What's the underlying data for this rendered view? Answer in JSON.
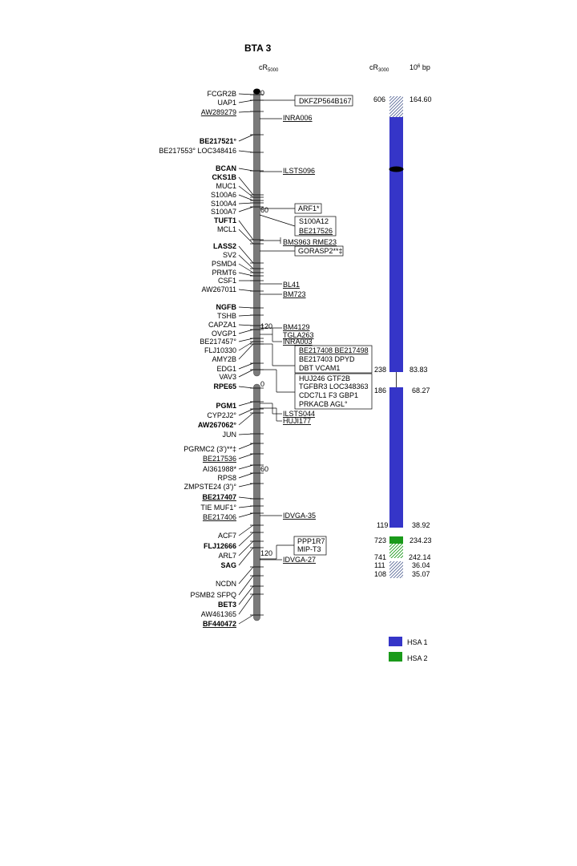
{
  "title": "BTA 3",
  "header": {
    "rh_label": "cR",
    "rh_sub": "5000",
    "rh_label2": "cR",
    "rh_sub2": "3000",
    "bp_label": "10",
    "bp_sup": "6",
    "bp_unit": " bp"
  },
  "colors": {
    "chromosome": "#7a7a7a",
    "hsa1": "#3535c8",
    "hsa2": "#1a9a1a",
    "hatch": "#6c7aa8"
  },
  "scale": {
    "ticks": [
      "0",
      "60",
      "120",
      "0",
      "60",
      "120"
    ]
  },
  "left_markers_group1": [
    {
      "label": "FCGR2B",
      "bold": false,
      "ul": false
    },
    {
      "label": "UAP1",
      "bold": false,
      "ul": false
    },
    {
      "label": "AW289279",
      "bold": false,
      "ul": true
    },
    {
      "label": "BE217521°",
      "bold": true,
      "ul": false
    },
    {
      "label": "BE217553° LOC348416",
      "bold": false,
      "ul": false
    },
    {
      "label": "BCAN",
      "bold": true,
      "ul": false
    },
    {
      "label": "CKS1B",
      "bold": true,
      "ul": false
    },
    {
      "label": "MUC1",
      "bold": false,
      "ul": false
    },
    {
      "label": "S100A6",
      "bold": false,
      "ul": false
    },
    {
      "label": "S100A4",
      "bold": false,
      "ul": false
    },
    {
      "label": "S100A7",
      "bold": false,
      "ul": false
    },
    {
      "label": "TUFT1",
      "bold": true,
      "ul": false
    },
    {
      "label": "MCL1",
      "bold": false,
      "ul": false
    },
    {
      "label": "LASS2",
      "bold": true,
      "ul": false
    },
    {
      "label": "SV2",
      "bold": false,
      "ul": false
    },
    {
      "label": "PSMD4",
      "bold": false,
      "ul": false
    },
    {
      "label": "PRMT6",
      "bold": false,
      "ul": false
    },
    {
      "label": "CSF1",
      "bold": false,
      "ul": false
    },
    {
      "label": "AW267011",
      "bold": false,
      "ul": false
    },
    {
      "label": "NGFB",
      "bold": true,
      "ul": false
    },
    {
      "label": "TSHB",
      "bold": false,
      "ul": false
    },
    {
      "label": "CAPZA1",
      "bold": false,
      "ul": false
    },
    {
      "label": "OVGP1",
      "bold": false,
      "ul": false
    },
    {
      "label": "BE217457°",
      "bold": false,
      "ul": false
    },
    {
      "label": "FLJ10330",
      "bold": false,
      "ul": false
    },
    {
      "label": "AMY2B",
      "bold": false,
      "ul": false
    },
    {
      "label": "EDG1",
      "bold": false,
      "ul": false
    },
    {
      "label": "VAV3",
      "bold": false,
      "ul": false
    }
  ],
  "left_markers_group2": [
    {
      "label": "RPE65",
      "bold": true,
      "ul": false
    },
    {
      "label": "PGM1",
      "bold": true,
      "ul": false
    },
    {
      "label": "CYP2J2°",
      "bold": false,
      "ul": false
    },
    {
      "label": "AW267062°",
      "bold": true,
      "ul": false
    },
    {
      "label": "JUN",
      "bold": false,
      "ul": false
    },
    {
      "label": "PGRMC2 (3')**‡",
      "bold": false,
      "ul": false
    },
    {
      "label": "BE217536",
      "bold": false,
      "ul": true
    },
    {
      "label": "AI361988*",
      "bold": false,
      "ul": false
    },
    {
      "label": "RPS8",
      "bold": false,
      "ul": false
    },
    {
      "label": "ZMPSTE24 (3')°",
      "bold": false,
      "ul": false
    },
    {
      "label": "BE217407",
      "bold": true,
      "ul": true
    },
    {
      "label": "TIE  MUF1°",
      "bold": false,
      "ul": false
    },
    {
      "label": "BE217406",
      "bold": false,
      "ul": true
    },
    {
      "label": "ACF7",
      "bold": false,
      "ul": false
    },
    {
      "label": "FLJ12666",
      "bold": true,
      "ul": false
    },
    {
      "label": "ARL7",
      "bold": false,
      "ul": false
    },
    {
      "label": "SAG",
      "bold": true,
      "ul": false
    },
    {
      "label": "NCDN",
      "bold": false,
      "ul": false
    },
    {
      "label": "PSMB2 SFPQ",
      "bold": false,
      "ul": false
    },
    {
      "label": "BET3",
      "bold": true,
      "ul": false
    },
    {
      "label": "AW461365",
      "bold": false,
      "ul": false
    },
    {
      "label": "BF440472",
      "bold": true,
      "ul": true
    }
  ],
  "right_boxes": [
    {
      "lines": [
        "DKFZP564B167"
      ]
    },
    {
      "lines": [
        "ARF1*"
      ]
    },
    {
      "lines": [
        "S100A12",
        "BE217526"
      ]
    },
    {
      "lines": [
        "GORASP2**‡"
      ]
    },
    {
      "lines": [
        "BE217408  BE217498",
        "BE217403   DPYD",
        "DBT VCAM1"
      ]
    },
    {
      "lines": [
        "HUJ246  GTF2B",
        "TGFBR3   LOC348363",
        "CDC7L1  F3  GBP1",
        "PRKACB  AGL°"
      ]
    },
    {
      "lines": [
        "PPP1R7",
        "MIP-T3"
      ]
    }
  ],
  "right_labels": [
    "INRA006",
    "ILSTS096",
    "BMS963  RME23",
    "BL41",
    "BM723",
    "BM4129",
    "TGLA263",
    "INRA003",
    "ILSTS044",
    "HUJI177",
    "IDVGA-35",
    "IDVGA-27"
  ],
  "synteny_labels": [
    "606",
    "164.60",
    "238",
    "83.83",
    "186",
    "68.27",
    "119",
    "38.92",
    "723",
    "234.23",
    "741",
    "242.14",
    "111",
    "36.04",
    "108",
    "35.07"
  ],
  "legend": [
    {
      "label": "HSA 1",
      "color": "#3535c8"
    },
    {
      "label": "HSA 2",
      "color": "#1a9a1a"
    }
  ]
}
